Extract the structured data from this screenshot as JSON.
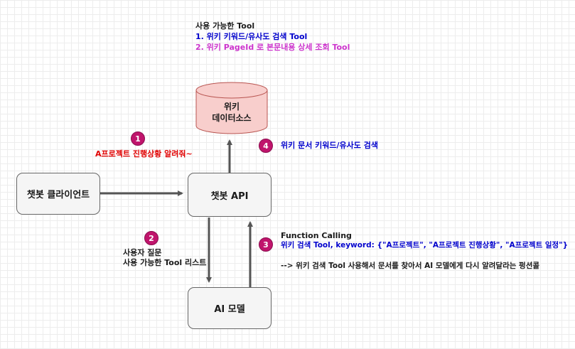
{
  "tools_header": {
    "title": "사용 가능한 Tool",
    "tool_1": "1. 위키 키워드/유사도 검색 Tool",
    "tool_2": "2. 위키 PageId 로 본문내용 상세 조회 Tool"
  },
  "nodes": {
    "wiki_db_line1": "위키",
    "wiki_db_line2": "데이터소스",
    "chatbot_client": "챗봇 클라이언트",
    "chatbot_api": "챗봇 API",
    "ai_model": "AI 모델"
  },
  "steps": {
    "step1": {
      "number": "1",
      "text": "A프로젝트 진행상황 알려줘~"
    },
    "step2": {
      "number": "2",
      "line1": "사용자 질문",
      "line2": "사용 가능한 Tool 리스트"
    },
    "step3": {
      "number": "3",
      "title": "Function Calling",
      "call": "위키 검색 Tool, keyword: {\"A프로젝트\", \"A프로젝트 진행상황\", \"A프로젝트 일정\"}",
      "note": "--> 위키 검색 Tool 사용해서 문서를 찾아서 AI 모델에게 다시 알려달라는 펑션콜"
    },
    "step4": {
      "number": "4",
      "text": "위키 문서 키워드/유사도 검색"
    }
  },
  "colors": {
    "tool_1": "#0000cc",
    "tool_2": "#cc33cc",
    "step1_text": "#e00000",
    "function_call": "#0000cc",
    "step4_text": "#0000cc",
    "badge": "#c0146c",
    "db_fill": "#f8cecc",
    "db_stroke": "#b85450",
    "arrow": "#555555"
  }
}
